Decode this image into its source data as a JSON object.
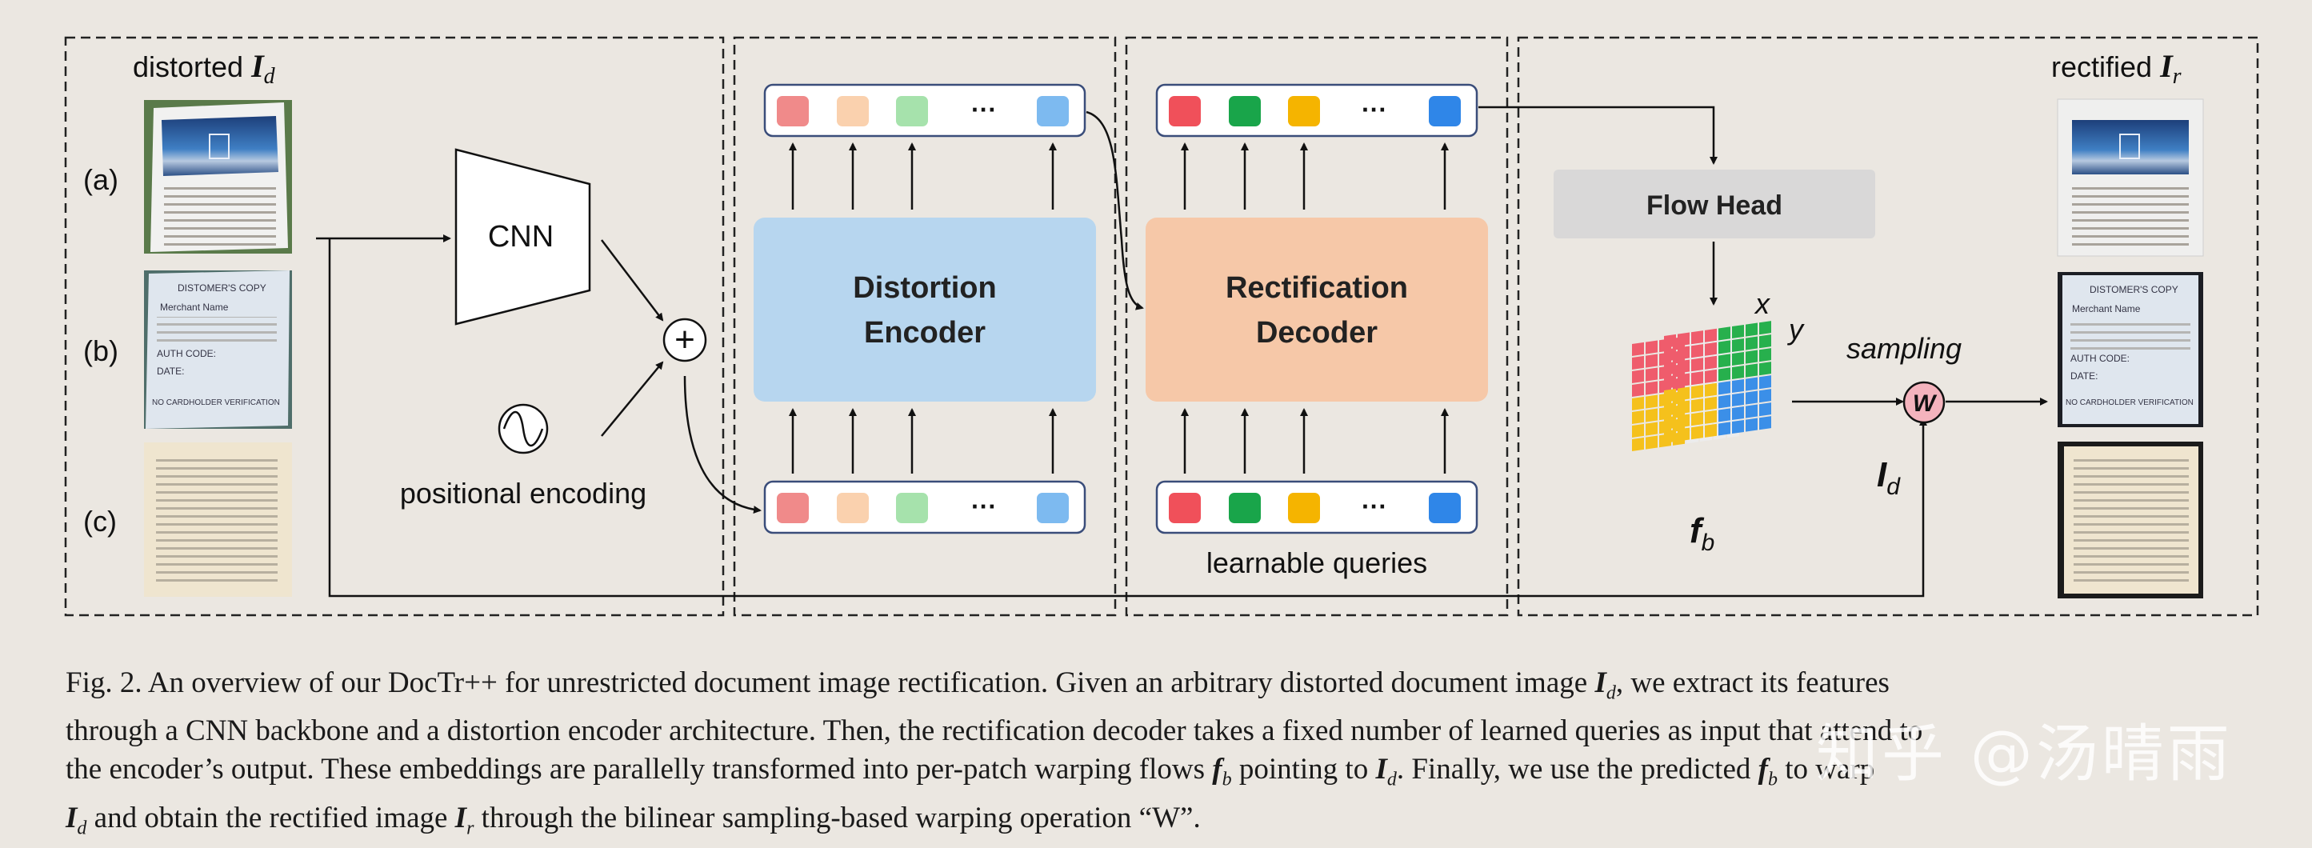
{
  "input_panel": {
    "title": "distorted ",
    "title_symbol": "I",
    "title_sub": "d",
    "row_labels": [
      "(a)",
      "(b)",
      "(c)"
    ]
  },
  "backbone": {
    "cnn_label": "CNN",
    "pos_enc_label": "positional encoding",
    "add_symbol": "+"
  },
  "encoder": {
    "title_line1": "Distortion",
    "title_line2": "Encoder",
    "token_colors": [
      "#f08a8a",
      "#fad1ae",
      "#a6e2ac",
      "#7dbaf0"
    ],
    "ellipsis": "···"
  },
  "decoder": {
    "title_line1": "Rectification",
    "title_line2": "Decoder",
    "token_colors": [
      "#f0505a",
      "#19a54a",
      "#f5b400",
      "#2f86e8"
    ],
    "ellipsis": "···",
    "queries_label": "learnable queries"
  },
  "flow": {
    "head_label": "Flow Head",
    "x_label": "x",
    "y_label": "y",
    "fb_symbol": "f",
    "fb_sub": "b",
    "sampling_label": "sampling",
    "w_label": "W",
    "id_symbol": "I",
    "id_sub": "d",
    "grid_colors": [
      "#ef5c6c",
      "#27b04d",
      "#f5c11c",
      "#3b8fe8"
    ]
  },
  "output_panel": {
    "title": "rectified ",
    "title_symbol": "I",
    "title_sub": "r"
  },
  "receipt_text": {
    "header_line1": "DISTOMER'S COPY",
    "header_line2": "Merchant Name",
    "field_auth": "AUTH CODE:",
    "field_date": "DATE:",
    "verification": "NO CARDHOLDER VERIFICATION"
  },
  "caption": {
    "l1_a": "Fig. 2.  An overview of our DocTr++ for unrestricted document image rectification. Given an arbitrary distorted document image ",
    "l1_b": ", we extract its features",
    "l2": "through a CNN backbone and a distortion encoder architecture. Then, the rectification decoder takes a fixed number of learned queries as input that attend to",
    "l3_a": "the encoder’s output. These embeddings are parallelly transformed into per-patch warping flows ",
    "l3_b": " pointing to ",
    "l3_c": ". Finally, we use the predicted ",
    "l3_d": " to warp",
    "l4_a": " and obtain the rectified image ",
    "l4_b": " through the bilinear sampling-based warping operation “W”.",
    "sym_I": "I",
    "sym_f": "f",
    "sub_d": "d",
    "sub_b": "b",
    "sub_r": "r"
  },
  "watermark": "知乎 @汤晴雨"
}
